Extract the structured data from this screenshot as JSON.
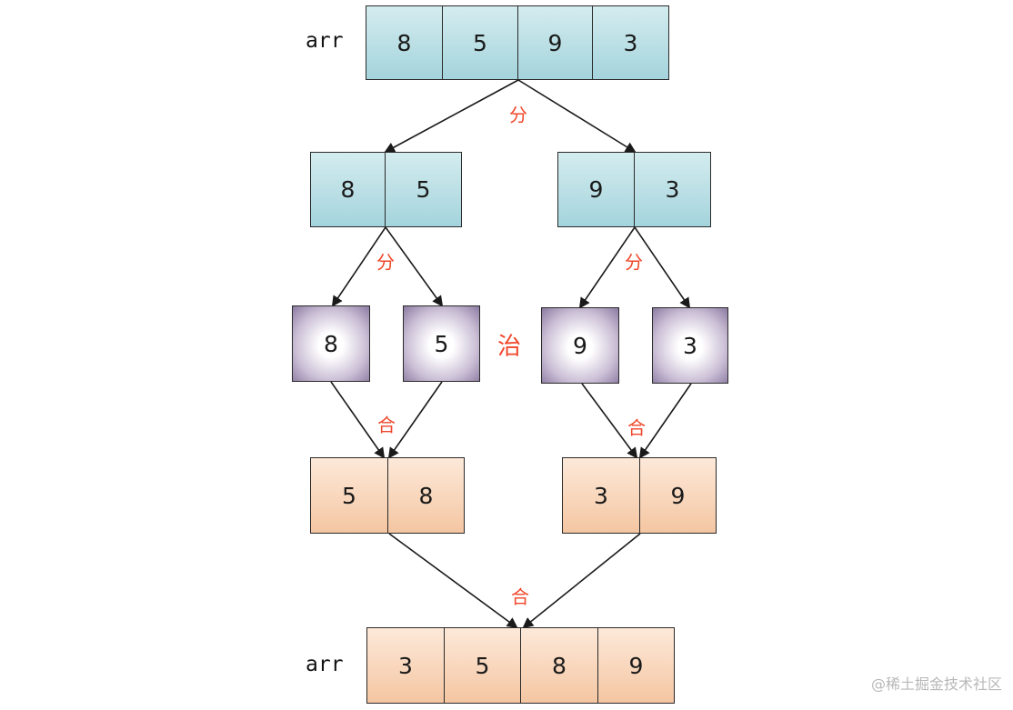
{
  "array_label": "arr",
  "input": [
    "8",
    "5",
    "9",
    "3"
  ],
  "split_1": {
    "left": [
      "8",
      "5"
    ],
    "right": [
      "9",
      "3"
    ]
  },
  "split_2": [
    "8",
    "5",
    "9",
    "3"
  ],
  "merge_1": {
    "left": [
      "5",
      "8"
    ],
    "right": [
      "3",
      "9"
    ]
  },
  "output": [
    "3",
    "5",
    "8",
    "9"
  ],
  "ops": {
    "divide": "分",
    "conquer": "治",
    "merge": "合"
  },
  "watermark": "@稀土掘金技术社区",
  "colors": {
    "divide_box": "#a4d4dc",
    "conquer_box": "#8b7aa1",
    "merge_box": "#f4c6a2",
    "op_text": "#f0462a"
  }
}
